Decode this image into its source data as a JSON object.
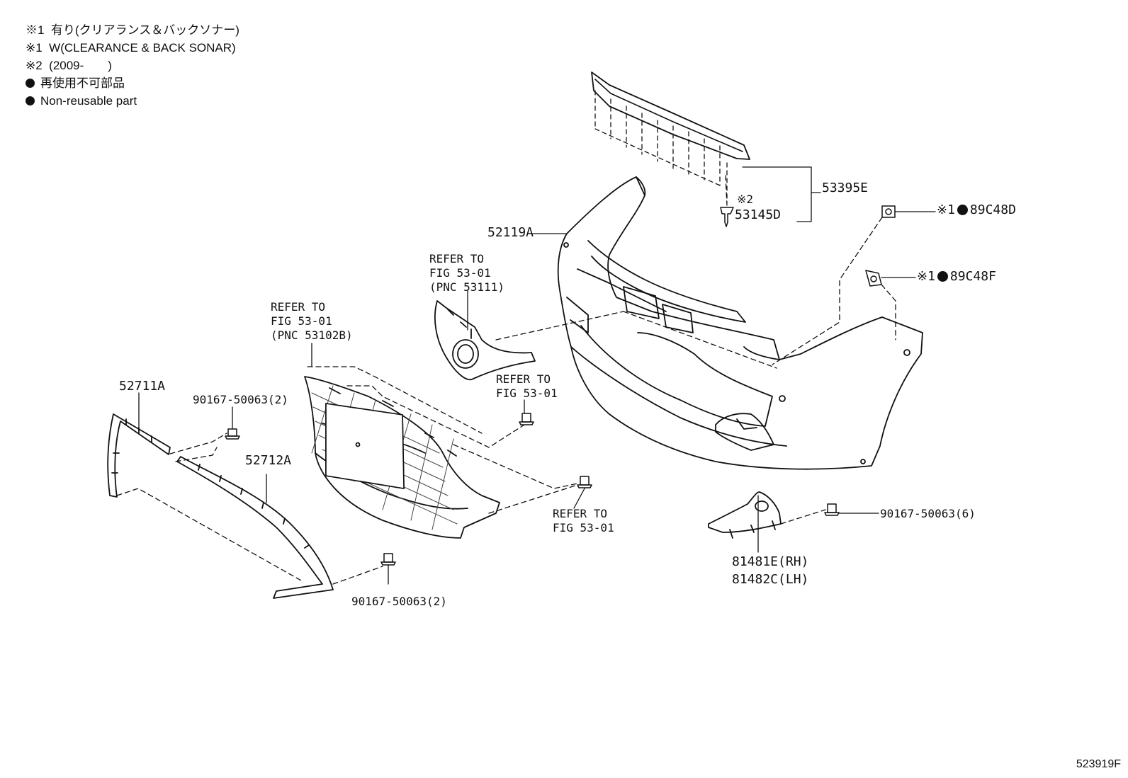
{
  "legend": {
    "line1_mark": "※1",
    "line1_text": "有り(クリアランス＆バックソナー)",
    "line2_mark": "※1",
    "line2_text": "W(CLEARANCE & BACK SONAR)",
    "line3_mark": "※2",
    "line3_text": "(2009-　　)",
    "line4_text": "再使用不可部品",
    "line5_text": "Non-reusable part"
  },
  "labels": {
    "p53395E": "53395E",
    "note2": "※2",
    "p53145D": "53145D",
    "note1_a": "※1",
    "p89C48D": "89C48D",
    "note1_b": "※1",
    "p89C48F": "89C48F",
    "p52119A": "52119A",
    "ref1_l1": "REFER TO",
    "ref1_l2": "FIG 53-01",
    "ref1_l3": "(PNC 53111)",
    "ref2_l1": "REFER TO",
    "ref2_l2": "FIG 53-01",
    "ref2_l3": "(PNC 53102B)",
    "ref3_l1": "REFER TO",
    "ref3_l2": "FIG 53-01",
    "ref4_l1": "REFER TO",
    "ref4_l2": "FIG 53-01",
    "p52711A": "52711A",
    "p52712A": "52712A",
    "bolt_a": "90167-50063(2)",
    "bolt_b": "90167-50063(2)",
    "bolt_c": "90167-50063(6)",
    "p81481E": "81481E(RH)",
    "p81482C": "81482C(LH)"
  },
  "figure_id": "523919F"
}
